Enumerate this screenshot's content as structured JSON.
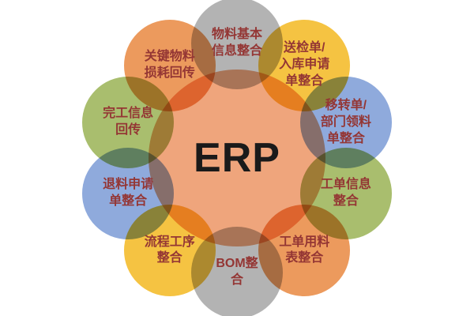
{
  "diagram": {
    "center": {
      "label": "ERP",
      "color": "#EFA57C",
      "text_color": "#1A1A1A"
    },
    "label_text_color": "#943634",
    "nodes": [
      {
        "label": "物料基本\n信息整合",
        "color": "#B3B3B3"
      },
      {
        "label": "送检单/\n入库申请\n单整合",
        "color": "#F5C342"
      },
      {
        "label": "移转单/\n部门领料\n单整合",
        "color": "#8FAADC"
      },
      {
        "label": "工单信息\n整合",
        "color": "#A9BE6E"
      },
      {
        "label": "工单用料\n表整合",
        "color": "#EC9A5D"
      },
      {
        "label": "BOM整\n合",
        "color": "#B3B3B3"
      },
      {
        "label": "流程工序\n整合",
        "color": "#F5C342"
      },
      {
        "label": "退料申请\n单整合",
        "color": "#8FAADC"
      },
      {
        "label": "完工信息\n回传",
        "color": "#A9BE6E"
      },
      {
        "label": "关键物料\n损耗回传",
        "color": "#EC9A5D"
      }
    ]
  }
}
